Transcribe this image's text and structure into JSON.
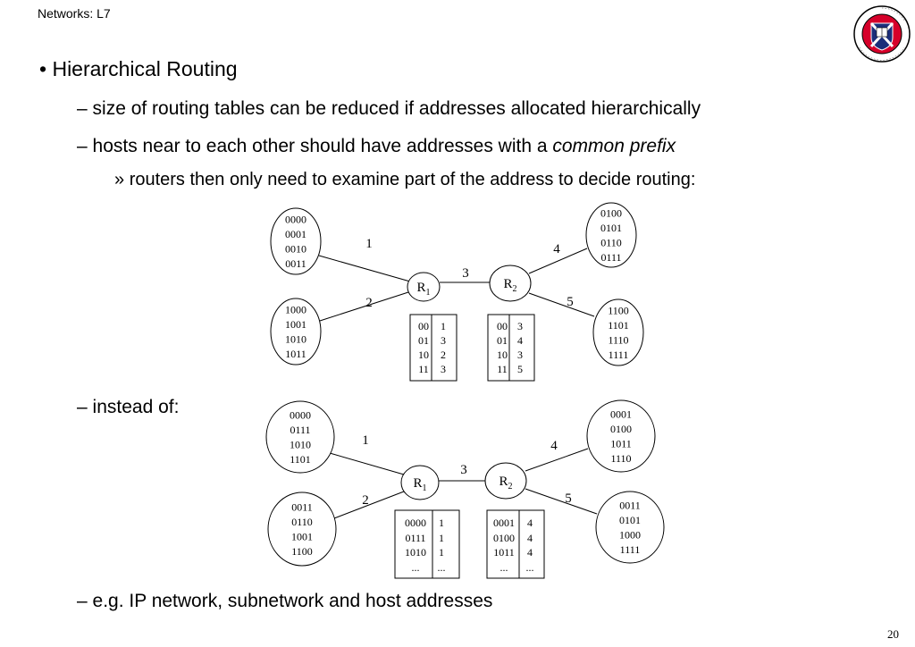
{
  "header": {
    "title": "Networks: L7"
  },
  "bullets": {
    "main": "Hierarchical Routing",
    "sub1": "size of routing tables can be reduced if addresses allocated hierarchically",
    "sub2_prefix": "hosts near to each other should have addresses with a ",
    "sub2_emph": "common prefix",
    "sub3": "routers then only need to examine part of the address to decide routing:",
    "sub4": "instead of:",
    "sub5": "e.g. IP network, subnetwork and host addresses"
  },
  "markers": {
    "dot": "•",
    "dash": "–",
    "chevron": "»"
  },
  "logo": {
    "ring_text": "THE UNIVERSITY OF EDINBURGH",
    "colors": {
      "ring": "#d6002a",
      "field": "#1b2e7a"
    }
  },
  "page_number": "20",
  "diagram1": {
    "networks": {
      "top_left": [
        "0000",
        "0001",
        "0010",
        "0011"
      ],
      "bottom_left": [
        "1000",
        "1001",
        "1010",
        "1011"
      ],
      "top_right": [
        "0100",
        "0101",
        "0110",
        "0111"
      ],
      "bottom_right": [
        "1100",
        "1101",
        "1110",
        "1111"
      ]
    },
    "links": [
      "1",
      "2",
      "3",
      "4",
      "5"
    ],
    "routers": {
      "r1": {
        "main": "R",
        "sub": "1"
      },
      "r2": {
        "main": "R",
        "sub": "2"
      }
    },
    "table_r1": {
      "prefixes": [
        "00",
        "01",
        "10",
        "11"
      ],
      "ports": [
        "1",
        "3",
        "2",
        "3"
      ]
    },
    "table_r2": {
      "prefixes": [
        "00",
        "01",
        "10",
        "11"
      ],
      "ports": [
        "3",
        "4",
        "3",
        "5"
      ]
    }
  },
  "diagram2": {
    "networks": {
      "top_left": [
        "0000",
        "0111",
        "1010",
        "1101"
      ],
      "bottom_left": [
        "0011",
        "0110",
        "1001",
        "1100"
      ],
      "top_right": [
        "0001",
        "0100",
        "1011",
        "1110"
      ],
      "bottom_right": [
        "0011",
        "0101",
        "1000",
        "1111"
      ]
    },
    "links": [
      "1",
      "2",
      "3",
      "4",
      "5"
    ],
    "routers": {
      "r1": {
        "main": "R",
        "sub": "1"
      },
      "r2": {
        "main": "R",
        "sub": "2"
      }
    },
    "table_r1": {
      "prefixes": [
        "0000",
        "0111",
        "1010",
        "..."
      ],
      "ports": [
        "1",
        "1",
        "1",
        "..."
      ]
    },
    "table_r2": {
      "prefixes": [
        "0001",
        "0100",
        "1011",
        "..."
      ],
      "ports": [
        "4",
        "4",
        "4",
        "..."
      ]
    }
  }
}
